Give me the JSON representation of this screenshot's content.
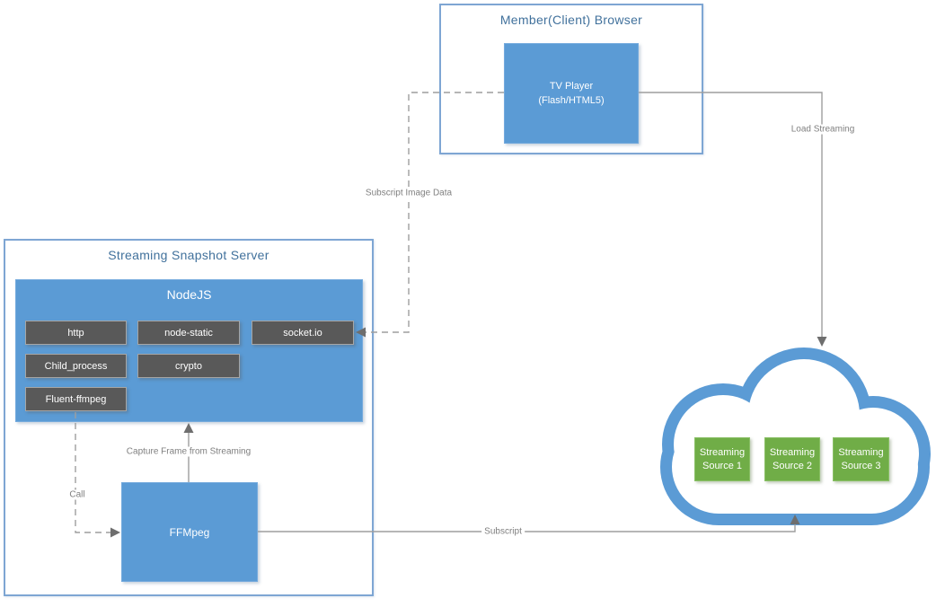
{
  "colors": {
    "accent_blue": "#5B9BD5",
    "container_border": "#7EA6D3",
    "title_blue": "#41719C",
    "module_gray": "#595959",
    "module_border": "#A6A6A6",
    "source_green": "#70AD47",
    "connector_gray": "#9E9E9E",
    "arrowhead_gray": "#6E6E6E",
    "label_gray": "#7F7F7F"
  },
  "browser": {
    "title": "Member(Client) Browser",
    "tv_player": {
      "line1": "TV Player",
      "line2": "(Flash/HTML5)"
    }
  },
  "server": {
    "title": "Streaming Snapshot Server",
    "nodejs": {
      "title": "NodeJS",
      "modules": [
        "http",
        "node-static",
        "socket.io",
        "Child_process",
        "crypto",
        "Fluent-ffmpeg"
      ]
    },
    "ffmpeg": {
      "label": "FFMpeg"
    }
  },
  "cloud": {
    "sources": [
      {
        "line1": "Streaming",
        "line2": "Source 1"
      },
      {
        "line1": "Streaming",
        "line2": "Source 2"
      },
      {
        "line1": "Streaming",
        "line2": "Source 3"
      }
    ]
  },
  "connectors": {
    "subscript_image_data": "Subscript Image Data",
    "load_streaming": "Load Streaming",
    "capture_frame": "Capture Frame from Streaming",
    "call": "Call",
    "subscript": "Subscript"
  }
}
